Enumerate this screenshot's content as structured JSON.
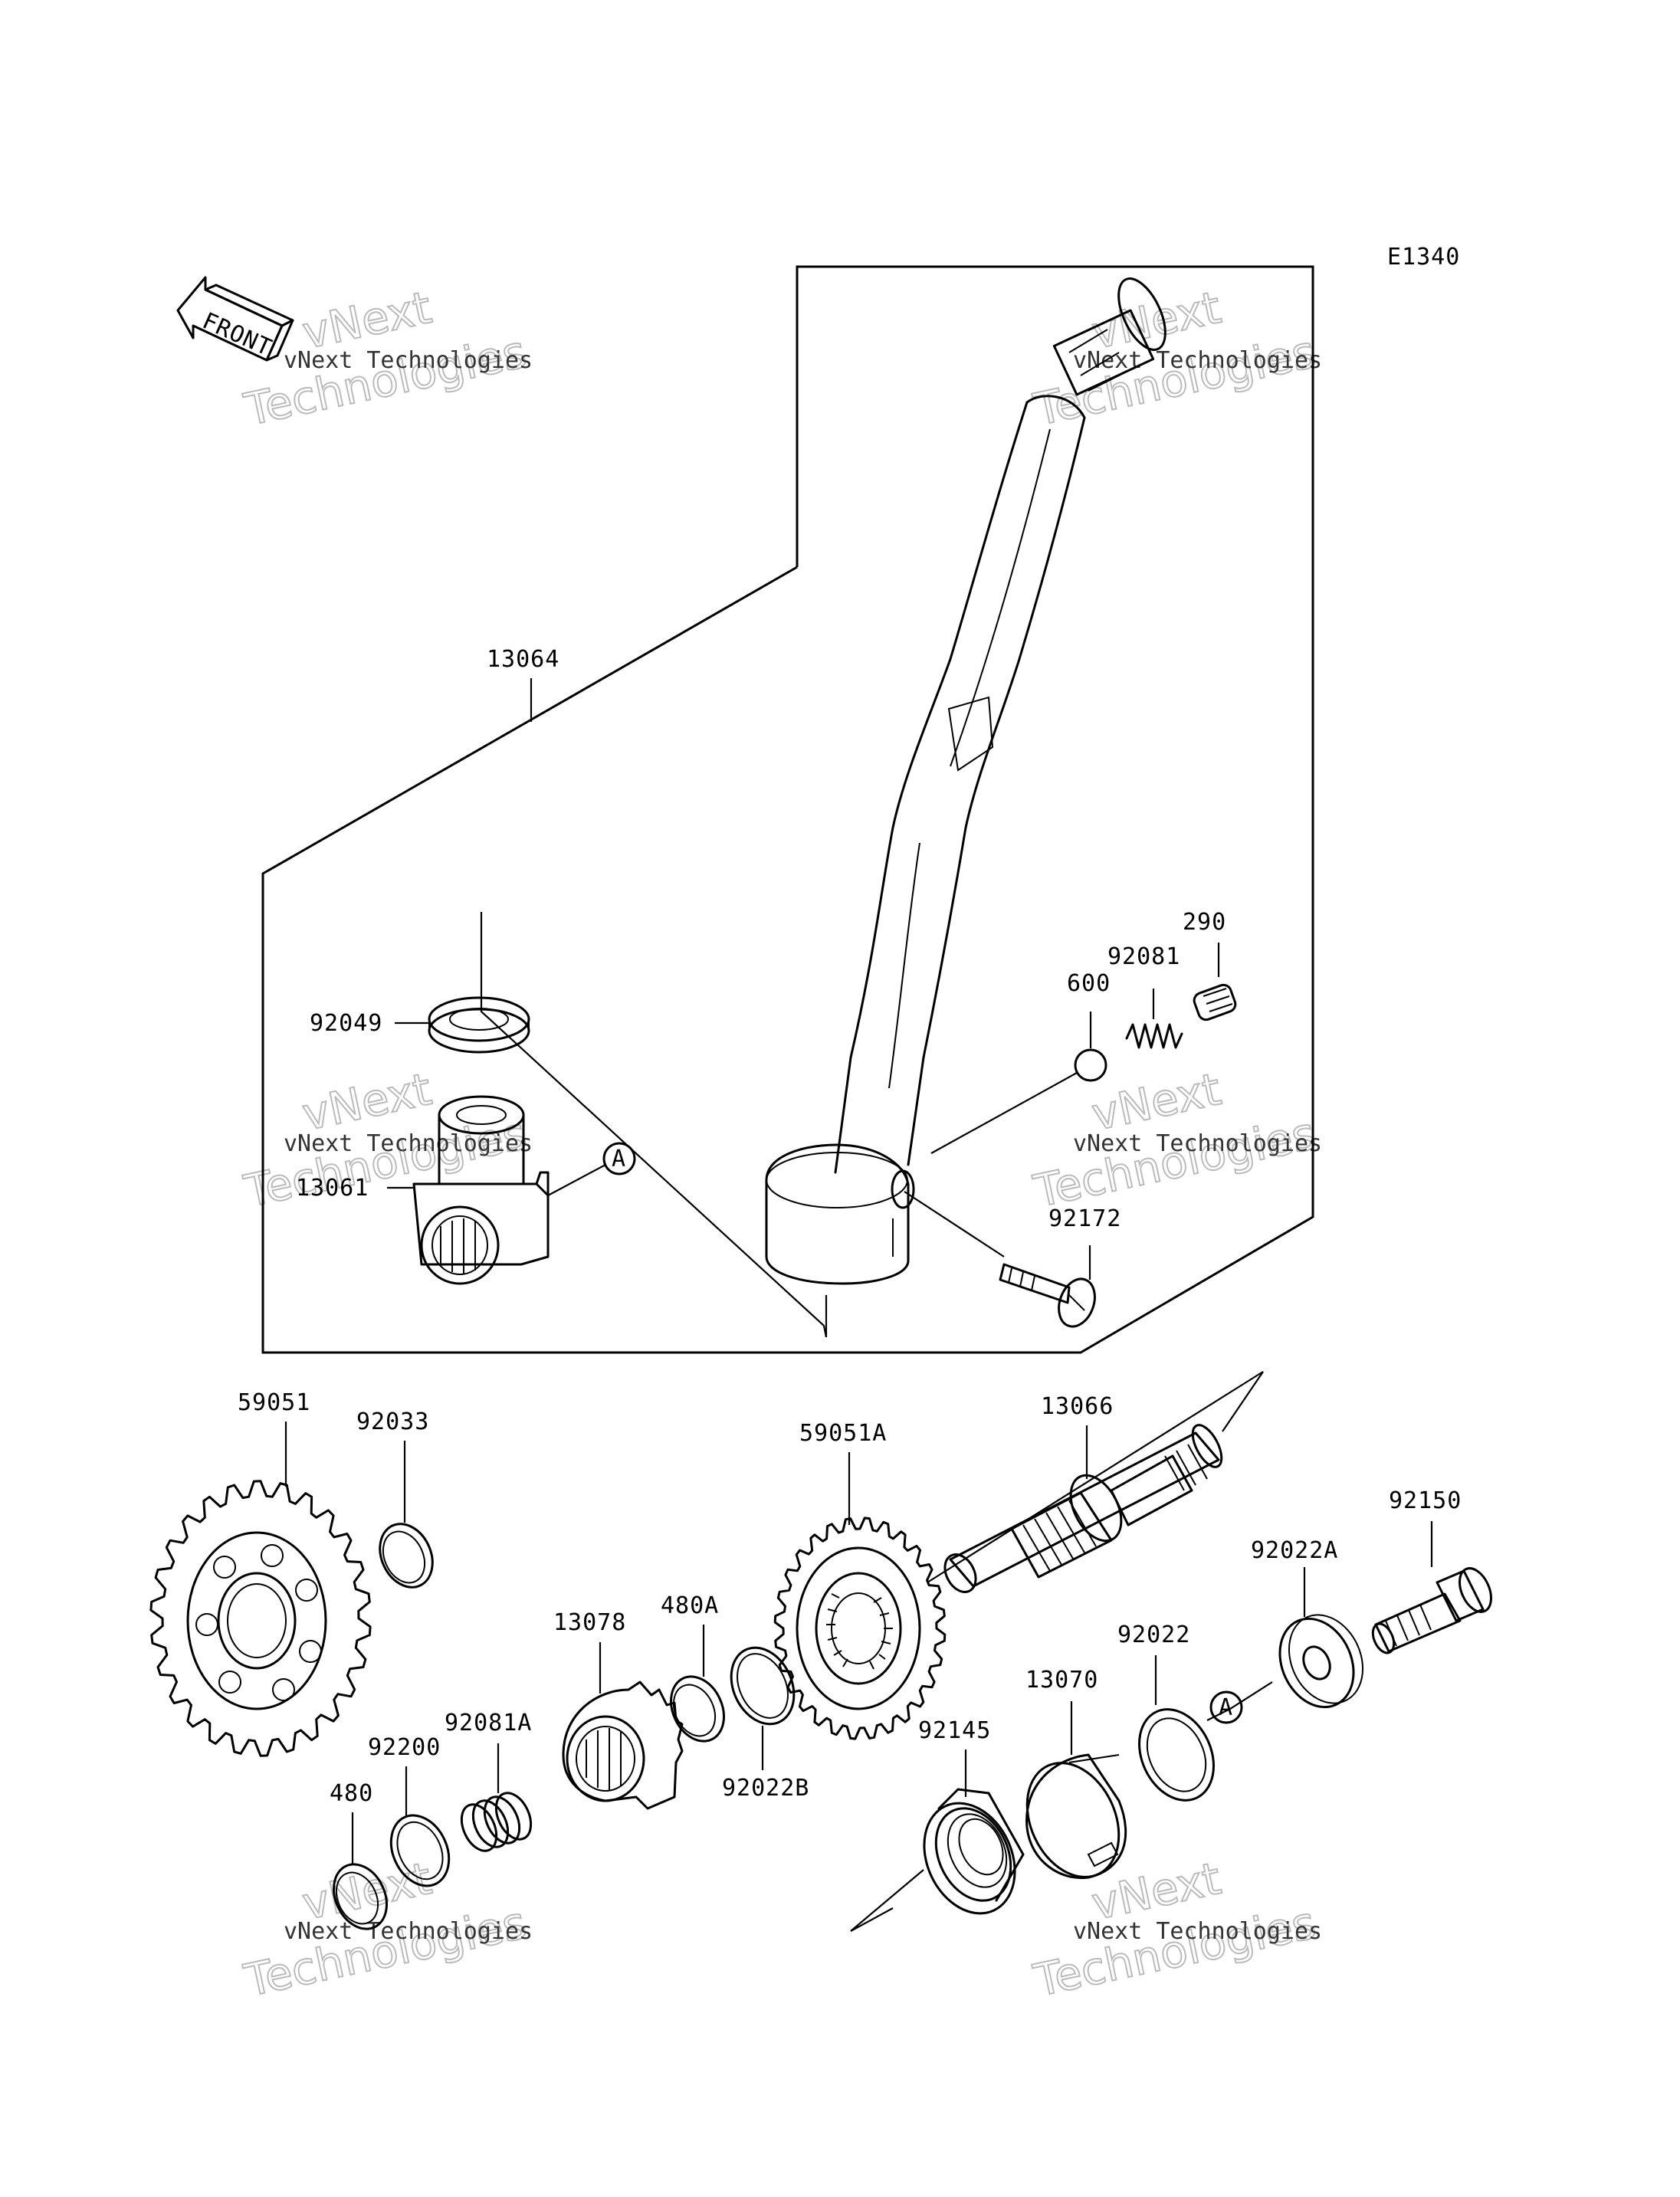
{
  "diagram_code": "E1340",
  "front_label": "FRONT",
  "watermark": {
    "line_small": "vNext Technologies",
    "line_big_top": "vNext",
    "line_big_bottom": "Technologies"
  },
  "callout_letter": "A",
  "parts": {
    "p13064": "13064",
    "p92049": "92049",
    "p13061": "13061",
    "p290": "290",
    "p92081": "92081",
    "p600": "600",
    "p92172": "92172",
    "p13066": "13066",
    "p59051": "59051",
    "p92033": "92033",
    "p59051A": "59051A",
    "p92150": "92150",
    "p92022A": "92022A",
    "p13078": "13078",
    "p480A": "480A",
    "p92022": "92022",
    "p13070": "13070",
    "p92081A": "92081A",
    "p92200": "92200",
    "p92022B": "92022B",
    "p92145": "92145",
    "p480": "480"
  }
}
